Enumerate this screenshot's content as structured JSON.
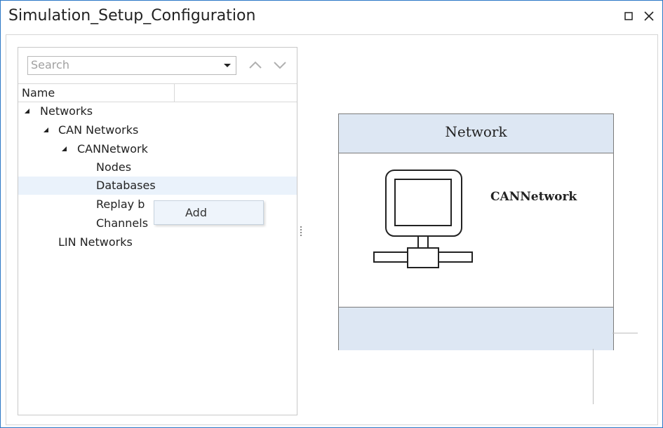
{
  "window": {
    "title": "Simulation_Setup_Configuration",
    "maximize_icon": "maximize-icon",
    "close_icon": "close-icon"
  },
  "search": {
    "placeholder": "Search",
    "value": ""
  },
  "tree": {
    "column_header": "Name",
    "items": [
      {
        "label": "Networks",
        "expanded": true
      },
      {
        "label": "CAN Networks",
        "expanded": true
      },
      {
        "label": "CANNetwork",
        "expanded": true
      },
      {
        "label": "Nodes"
      },
      {
        "label": "Databases"
      },
      {
        "label": "Replay b"
      },
      {
        "label": "Channels"
      },
      {
        "label": "LIN Networks"
      }
    ]
  },
  "context_menu": {
    "items": [
      {
        "label": "Add"
      }
    ]
  },
  "diagram": {
    "header": "Network",
    "name": "CANNetwork",
    "icon": "network-computer-icon"
  },
  "colors": {
    "window_border": "#2b78c6",
    "diagram_fill": "#dde7f3",
    "selection_highlight": "#eaf2fb",
    "context_menu_bg": "#eef4fb"
  }
}
